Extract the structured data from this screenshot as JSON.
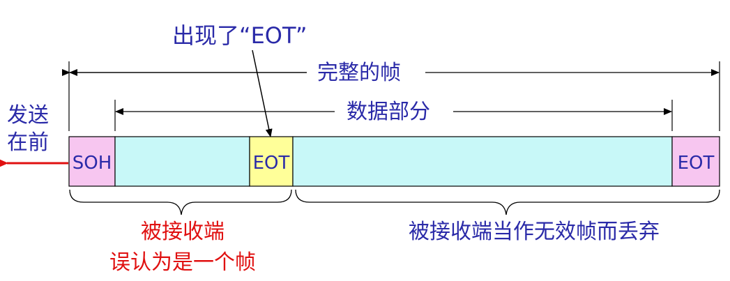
{
  "callout": {
    "text": "出现了“EOT”"
  },
  "frame": {
    "label": "完整的帧"
  },
  "data_part": {
    "label": "数据部分"
  },
  "send_first": {
    "line1": "发送",
    "line2": "在前"
  },
  "fields": {
    "soh": "SOH",
    "eot_mid": "EOT",
    "eot_end": "EOT"
  },
  "left_brace": {
    "line1": "被接收端",
    "line2": "误认为是一个帧"
  },
  "right_brace": {
    "text": "被接收端当作无效帧而丢弃"
  },
  "colors": {
    "soh_fill": "#f7c6f0",
    "data_fill": "#c8f8f8",
    "eot_mid_fill": "#ffff99",
    "eot_end_fill": "#f7c6f0",
    "blue_text": "#2a2aa8",
    "red_text": "#e01010"
  }
}
